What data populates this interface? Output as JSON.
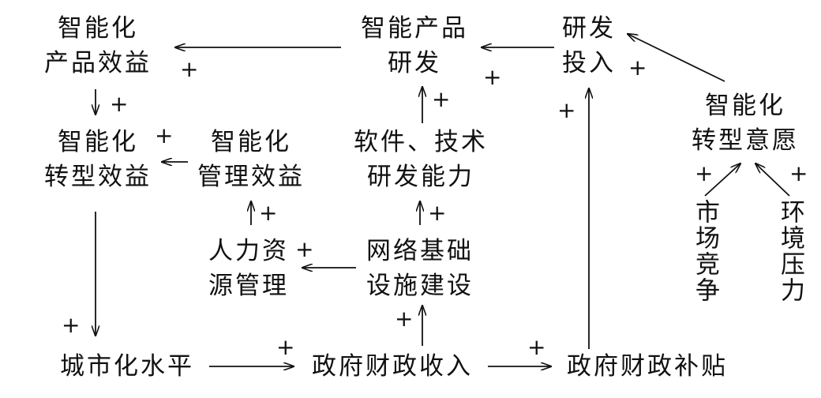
{
  "nodes": {
    "smart_product_benefit": [
      "智能化",
      "产品效益"
    ],
    "smart_product_rd": [
      "智能产品",
      "研发"
    ],
    "rd_investment": [
      "研发",
      "投入"
    ],
    "smart_transform_benefit": [
      "智能化",
      "转型效益"
    ],
    "smart_management_benefit": [
      "智能化",
      "管理效益"
    ],
    "software_tech_rd": [
      "软件、技术",
      "研发能力"
    ],
    "transform_willingness": [
      "智能化",
      "转型意愿"
    ],
    "hr_management": [
      "人力资",
      "源管理"
    ],
    "network_infrastructure": [
      "网络基础",
      "设施建设"
    ],
    "market_competition": "市场竞争",
    "environmental_pressure": "环境压力",
    "urbanization_level": "城市化水平",
    "government_revenue": "政府财政收入",
    "government_subsidy": "政府财政补贴"
  },
  "signs": {
    "product_rd_to_product_benefit": "+",
    "investment_to_product_rd": "+",
    "willingness_to_investment": "+",
    "product_benefit_to_transform_benefit": "+",
    "software_to_product_rd": "+",
    "subsidy_to_investment": "+",
    "management_to_transform_benefit": "+",
    "competition_to_willingness": "+",
    "pressure_to_willingness": "+",
    "hr_to_management": "+",
    "infrastructure_to_software": "+",
    "infrastructure_to_hr": "+",
    "transform_benefit_to_urbanization": "+",
    "revenue_to_infrastructure": "+",
    "urbanization_to_revenue": "+",
    "revenue_to_subsidy": "+"
  }
}
